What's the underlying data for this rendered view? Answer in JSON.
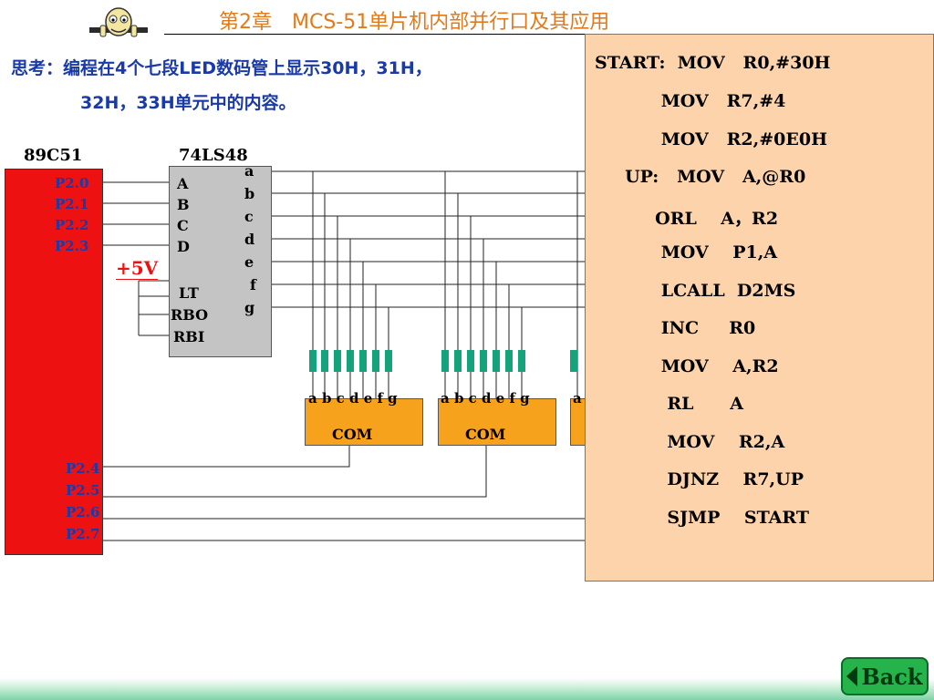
{
  "slide": {
    "title": "第2章　MCS-51单片机内部并行口及其应用",
    "question_line1": "思考：编程在4个七段LED数码管上显示30H，31H，",
    "question_line2": "32H，33H单元中的内容。"
  },
  "mcu": {
    "label": "89C51",
    "pins_low": [
      "P2.0",
      "P2.1",
      "P2.2",
      "P2.3"
    ],
    "pins_high": [
      "P2.4",
      "P2.5",
      "P2.6",
      "P2.7"
    ]
  },
  "decoder": {
    "label": "74LS48",
    "inputs": [
      "A",
      "B",
      "C",
      "D"
    ],
    "lt": "LT",
    "rbo": "RBO",
    "rbi": "RBI",
    "outputs": [
      "a",
      "b",
      "c",
      "d",
      "e",
      "f",
      "g"
    ]
  },
  "supply": {
    "label": "+5V"
  },
  "displays": [
    {
      "segments": "a b c  d e f g",
      "com": "COM"
    },
    {
      "segments": "a b c  d e f g",
      "com": "COM"
    },
    {
      "segments": "a",
      "com": ""
    }
  ],
  "code": [
    "START:  MOV   R0,#30H",
    "           MOV   R7,#4",
    "           MOV   R2,#0E0H",
    "     UP:   MOV   A,@R0",
    "          ORL    A，R2",
    "           MOV    P1,A",
    "           LCALL  D2MS",
    "           INC     R0",
    "           MOV    A,R2",
    "            RL      A",
    "            MOV    R2,A",
    "            DJNZ    R7,UP",
    "            SJMP    START"
  ],
  "nav": {
    "back_label": "Back"
  },
  "colors": {
    "title": "#e07a1a",
    "question": "#1a3aa8",
    "mcu_body": "#ee1111",
    "decoder_body": "#c4c4c4",
    "display_body": "#f7a21c",
    "led": "#14a37a",
    "code_panel": "#fdd3ab",
    "back_button": "#27b34b"
  }
}
